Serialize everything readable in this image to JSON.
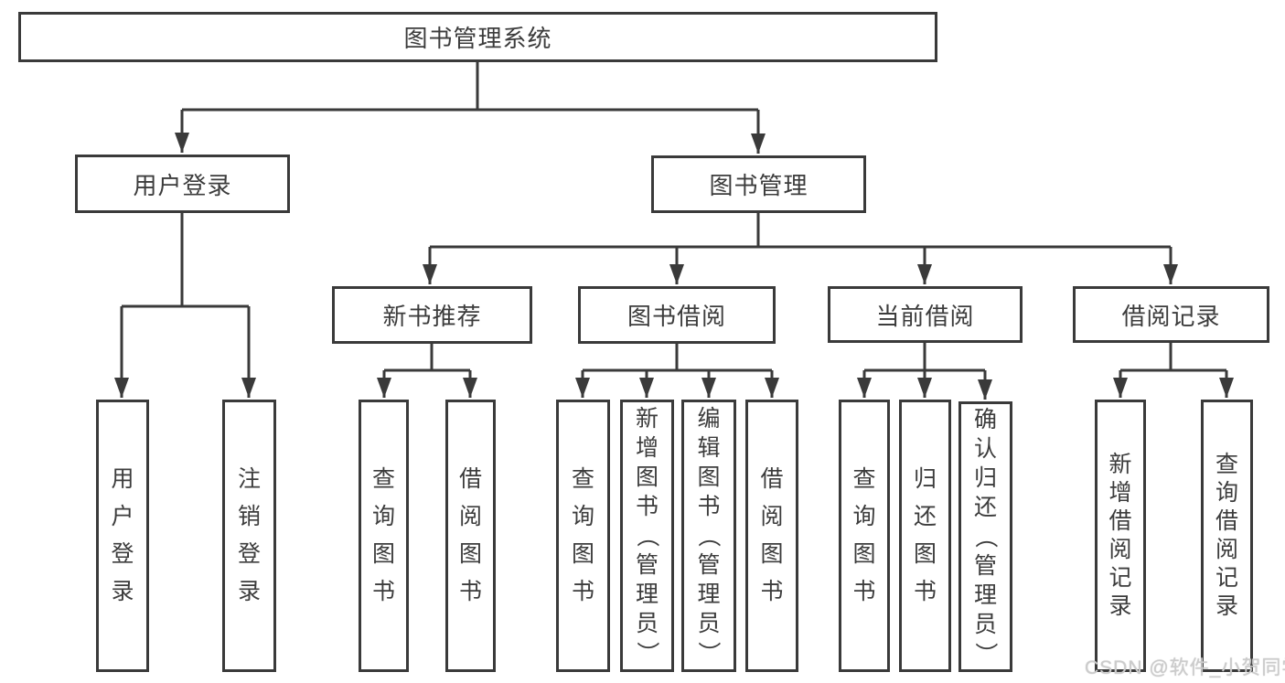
{
  "diagram": {
    "root": {
      "label": "图书管理系统"
    },
    "level2": [
      {
        "label": "用户登录",
        "children": [
          {
            "label": "用户登录"
          },
          {
            "label": "注销登录"
          }
        ]
      },
      {
        "label": "图书管理",
        "children": [
          {
            "label": "新书推荐",
            "children": [
              {
                "label": "查询图书"
              },
              {
                "label": "借阅图书"
              }
            ]
          },
          {
            "label": "图书借阅",
            "children": [
              {
                "label": "查询图书"
              },
              {
                "label": "新增图书（管理员）"
              },
              {
                "label": "编辑图书（管理员）"
              },
              {
                "label": "借阅图书"
              }
            ]
          },
          {
            "label": "当前借阅",
            "children": [
              {
                "label": "查询图书"
              },
              {
                "label": "归还图书"
              },
              {
                "label": "确认归还（管理员）"
              }
            ]
          },
          {
            "label": "借阅记录",
            "children": [
              {
                "label": "新增借阅记录"
              },
              {
                "label": "查询借阅记录"
              }
            ]
          }
        ]
      }
    ]
  },
  "watermark": "CSDN @软件_小贺同学",
  "colors": {
    "line": "#3a3a3a",
    "text": "#3c3c3c",
    "background": "#ffffff",
    "watermark": "#cccccc"
  }
}
